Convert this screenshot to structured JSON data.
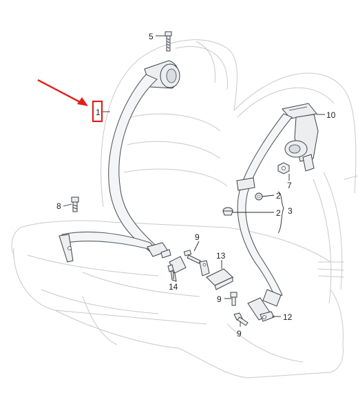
{
  "diagram": {
    "callouts": {
      "c1": "1",
      "c2a": "2",
      "c2b": "2",
      "c3": "3",
      "c5": "5",
      "c7": "7",
      "c8": "8",
      "c9a": "9",
      "c9b": "9",
      "c9c": "9",
      "c10": "10",
      "c12": "12",
      "c13": "13",
      "c14": "14"
    },
    "colors": {
      "highlight": "#e0201c",
      "line": "#3c4046",
      "seat_outline": "#c8c8c8"
    }
  }
}
